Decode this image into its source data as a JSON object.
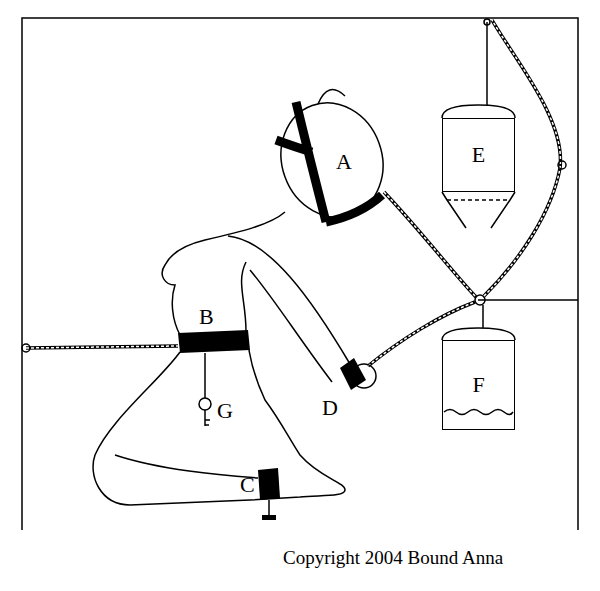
{
  "diagram": {
    "nodes": [
      {
        "text": [
          "E"
        ]
      },
      {
        "text": [
          "F"
        ]
      }
    ],
    "labels": [
      "A",
      "B",
      "C",
      "D",
      "G",
      "Copyright 2004 Bound Anna"
    ]
  }
}
